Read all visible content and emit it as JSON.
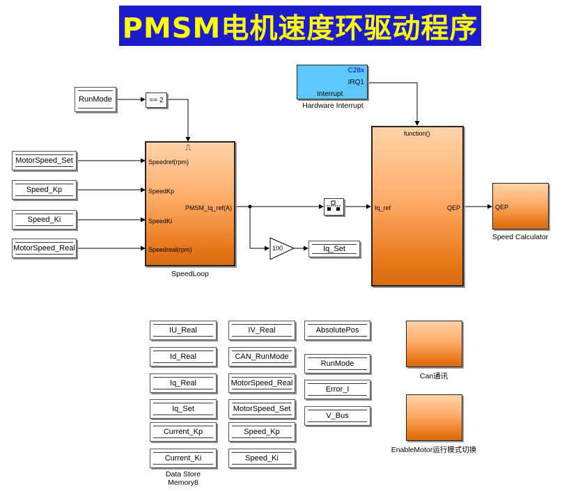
{
  "title": "PMSM电机速度环驱动程序",
  "run_mode_source": "RunMode",
  "compare": "== 2",
  "interrupt": {
    "target": "C28x",
    "port": "IRQ1",
    "label": "Interrupt",
    "caption": "Hardware Interrupt"
  },
  "inputs": [
    "MotorSpeed_Set",
    "Speed_Kp",
    "Speed_Ki",
    "MotorSpeed_Real"
  ],
  "speed_loop": {
    "caption": "SpeedLoop",
    "trigger_glyph": "⎍",
    "in_ports": [
      "Speedref(rpm)",
      "SpeedKp",
      "SpeedKi",
      "Speedreal(rpm)"
    ],
    "out_port": "PMSM_Iq_ref(A)"
  },
  "gain": "100",
  "iq_set_sink": "Iq_Set",
  "function_call": {
    "trigger": "function()",
    "in_port": "Iq_ref",
    "out_port": "QEP"
  },
  "speed_calc": {
    "in_port": "QEP",
    "caption": "Speed Calculator"
  },
  "data_stores": {
    "col1": [
      "IU_Real",
      "Id_Real",
      "Iq_Real",
      "Iq_Set",
      "Current_Kp",
      "Current_Ki"
    ],
    "col2": [
      "IV_Real",
      "CAN_RunMode",
      "MotorSpeed_Real",
      "MotorSpeed_Set",
      "Speed_Kp",
      "Speed_Ki"
    ],
    "col3": [
      "AbsolutePos",
      "RunMode",
      "Error_I",
      "V_Bus"
    ],
    "caption": "Data Store\nMemory8"
  },
  "can_block": {
    "caption": "Can通讯"
  },
  "enable_block": {
    "caption": "EnableMotor运行模式切换"
  },
  "colors": {
    "title_bg": "#1c1ccc",
    "title_fg": "#ffff00",
    "subsystem": "#ffad6b",
    "interrupt": "#5cc8ff"
  }
}
